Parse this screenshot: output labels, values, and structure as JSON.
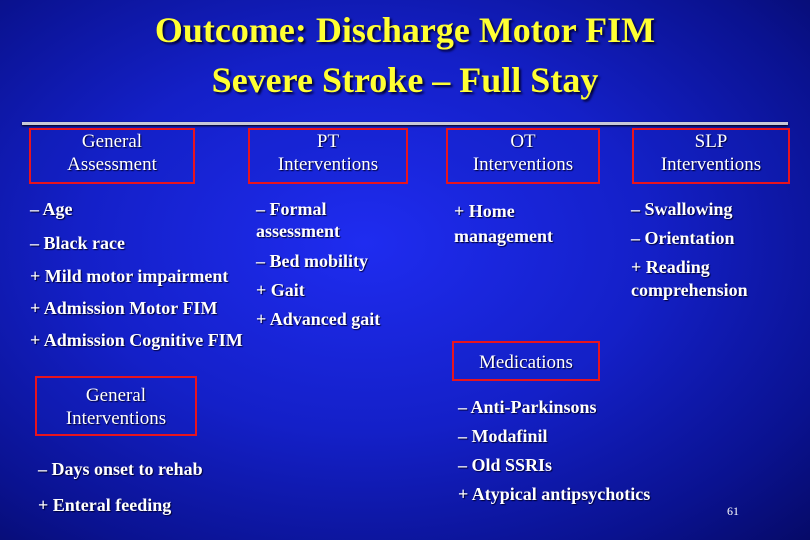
{
  "title": {
    "line1": "Outcome: Discharge Motor FIM",
    "line2": "Severe Stroke – Full Stay"
  },
  "headers": {
    "general_assessment": [
      "General",
      "Assessment"
    ],
    "pt_interventions": [
      "PT",
      "Interventions"
    ],
    "ot_interventions": [
      "OT",
      "Interventions"
    ],
    "slp_interventions": [
      "SLP",
      "Interventions"
    ],
    "general_interventions": [
      "General",
      "Interventions"
    ],
    "medications": "Medications"
  },
  "general_assessment_items": [
    "– Age",
    "– Black race",
    "+ Mild motor impairment",
    "+ Admission Motor FIM",
    "+ Admission Cognitive FIM"
  ],
  "pt_items": [
    "– Formal",
    "assessment",
    "– Bed mobility",
    "+ Gait",
    "+ Advanced gait"
  ],
  "ot_items": [
    "+ Home",
    "management"
  ],
  "slp_items": [
    "– Swallowing",
    "– Orientation",
    "+ Reading",
    "comprehension"
  ],
  "general_intervention_items": [
    "– Days onset to rehab",
    "+ Enteral feeding"
  ],
  "medication_items": [
    "– Anti-Parkinsons",
    "– Modafinil",
    "– Old SSRIs",
    "+ Atypical antipsychotics"
  ],
  "page_number": "61",
  "colors": {
    "title": "#ffff33",
    "box_border": "#e8141e",
    "background": "#1420c8"
  }
}
